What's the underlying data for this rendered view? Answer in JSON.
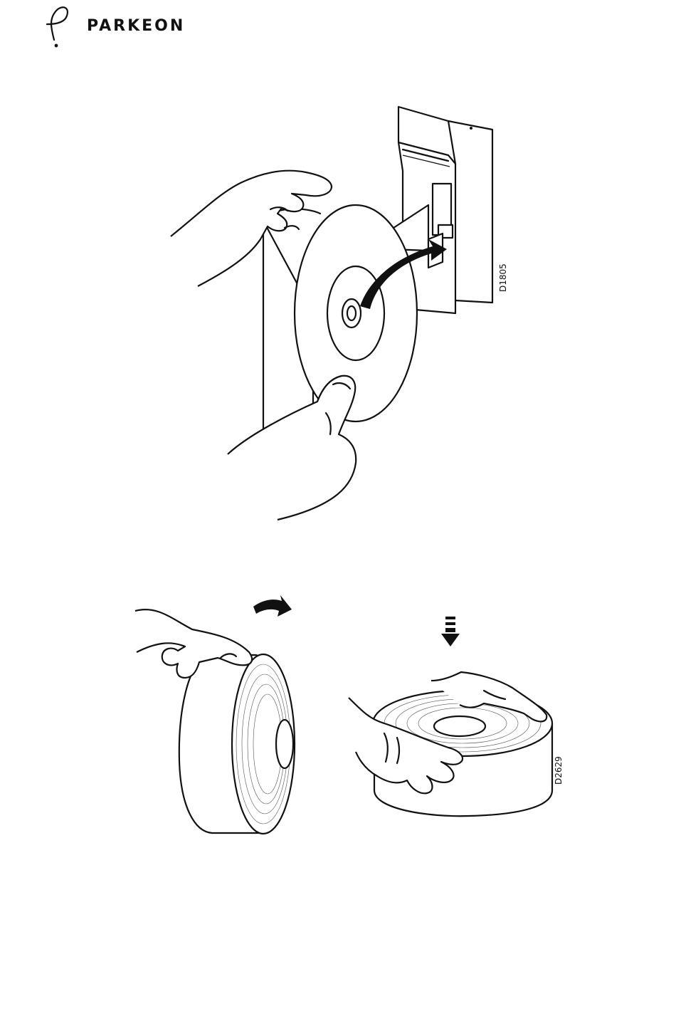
{
  "header": {
    "brand": "PARKEON",
    "logo_icon": "parkeon-p-swirl-icon"
  },
  "figures": {
    "top": {
      "code": "D1805",
      "icons": [
        "hand-icon",
        "paper-roll-icon",
        "insert-arrow-icon",
        "printer-housing-icon"
      ]
    },
    "bottom": {
      "code": "D2629",
      "icons": [
        "hand-icon",
        "paper-roll-icon",
        "rotate-arrow-icon",
        "down-arrow-icon"
      ]
    }
  },
  "colors": {
    "ink": "#111111",
    "paper": "#ffffff"
  }
}
